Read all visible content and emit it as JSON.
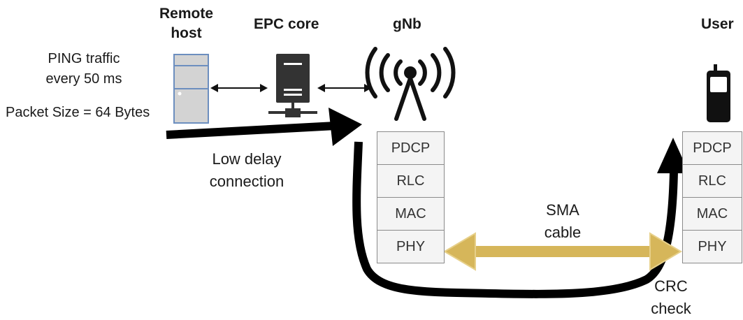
{
  "nodes": {
    "remote_host": "Remote\nhost",
    "epc_core": "EPC core",
    "gnb": "gNb",
    "user": "User"
  },
  "traffic": {
    "line1": "PING traffic",
    "line2": "every 50 ms",
    "packet_size": "Packet Size = 64 Bytes"
  },
  "connection": {
    "line1": "Low delay",
    "line2": "connection"
  },
  "cable": {
    "line1": "SMA",
    "line2": "cable"
  },
  "crc": {
    "line1": "CRC",
    "line2": "check"
  },
  "gnb_stack": [
    "PDCP",
    "RLC",
    "MAC",
    "PHY"
  ],
  "user_stack": [
    "PDCP",
    "RLC",
    "MAC",
    "PHY"
  ],
  "colors": {
    "cable": "#d6b65a",
    "server": "#d3d3d3",
    "server_border": "#6c8ebf",
    "flow_arrow": "#000000"
  }
}
